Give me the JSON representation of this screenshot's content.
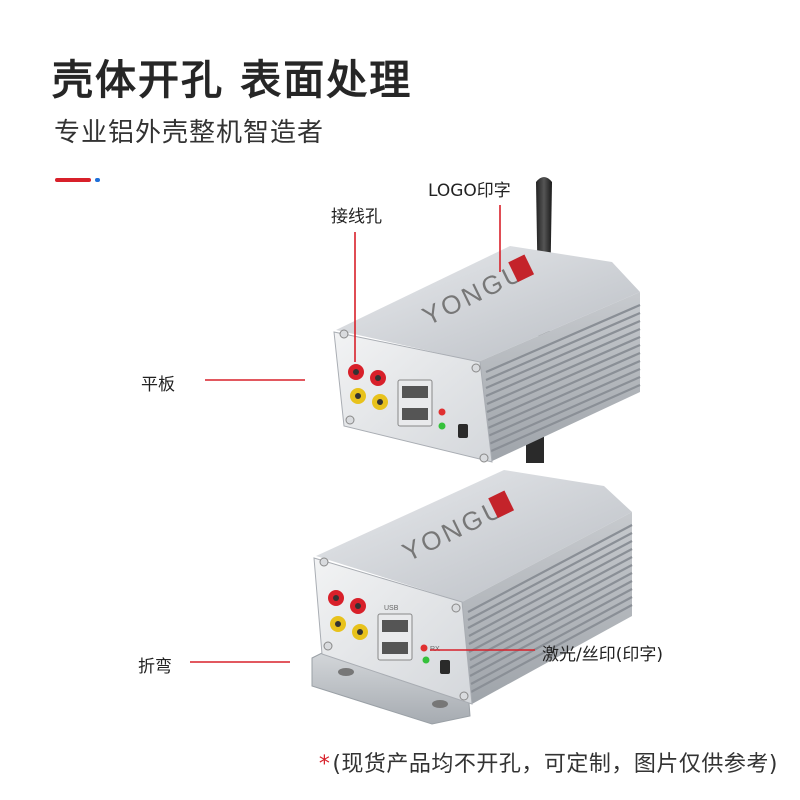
{
  "header": {
    "title": "壳体开孔 表面处理",
    "subtitle": "专业铝外壳整机智造者"
  },
  "labels": {
    "wiring_holes": "接线孔",
    "logo_print": "LOGO印字",
    "flat_plate": "平板",
    "bending": "折弯",
    "laser_silk": "激光/丝印(印字)"
  },
  "product": {
    "brand_text": "YONGU",
    "usb_label": "USB",
    "rx_label": "RX"
  },
  "footer": {
    "star": "*",
    "note": "(现货产品均不开孔，可定制，图片仅供参考)"
  },
  "colors": {
    "accent_red": "#d8202a",
    "accent_blue": "#1e6fd9",
    "aluminium": "#c9ccd0"
  }
}
